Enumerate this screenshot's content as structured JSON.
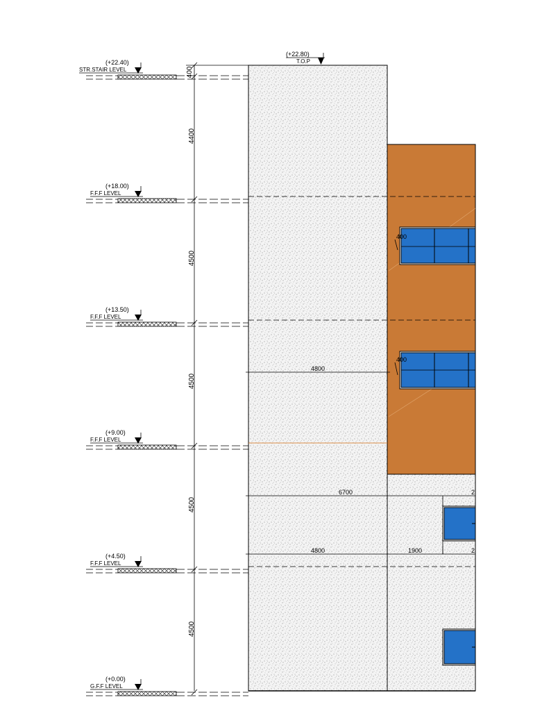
{
  "drawing": {
    "colors": {
      "line": "#000000",
      "concrete": "#efefef",
      "cladding": "#c97a36",
      "glazing": "#2472c8",
      "hatch": "#444444",
      "slab_edge": "#d98a45"
    },
    "top_marker": {
      "value": "(+22.80)",
      "name": "T.O.P"
    },
    "levels": [
      {
        "value": "(+22.40)",
        "name": "STR.STAIR  LEVEL"
      },
      {
        "value": "(+18.00)",
        "name": "F.F.F  LEVEL"
      },
      {
        "value": "(+13.50)",
        "name": "F.F.F  LEVEL"
      },
      {
        "value": "(+9.00)",
        "name": "F.F.F  LEVEL"
      },
      {
        "value": "(+4.50)",
        "name": "F.F.F  LEVEL"
      },
      {
        "value": "(+0.00)",
        "name": "G.F.F  LEVEL"
      }
    ],
    "vertical_dims": [
      "400",
      "4400",
      "4500",
      "4500",
      "4500",
      "4500"
    ],
    "horizontal_dims": {
      "d1": "4800",
      "d2": "6700",
      "d3": "4800",
      "d4": "1900"
    },
    "window_dims": {
      "w1": "400",
      "w2": "400"
    },
    "edge_labels": {
      "e1": "2",
      "e2": "2"
    }
  }
}
